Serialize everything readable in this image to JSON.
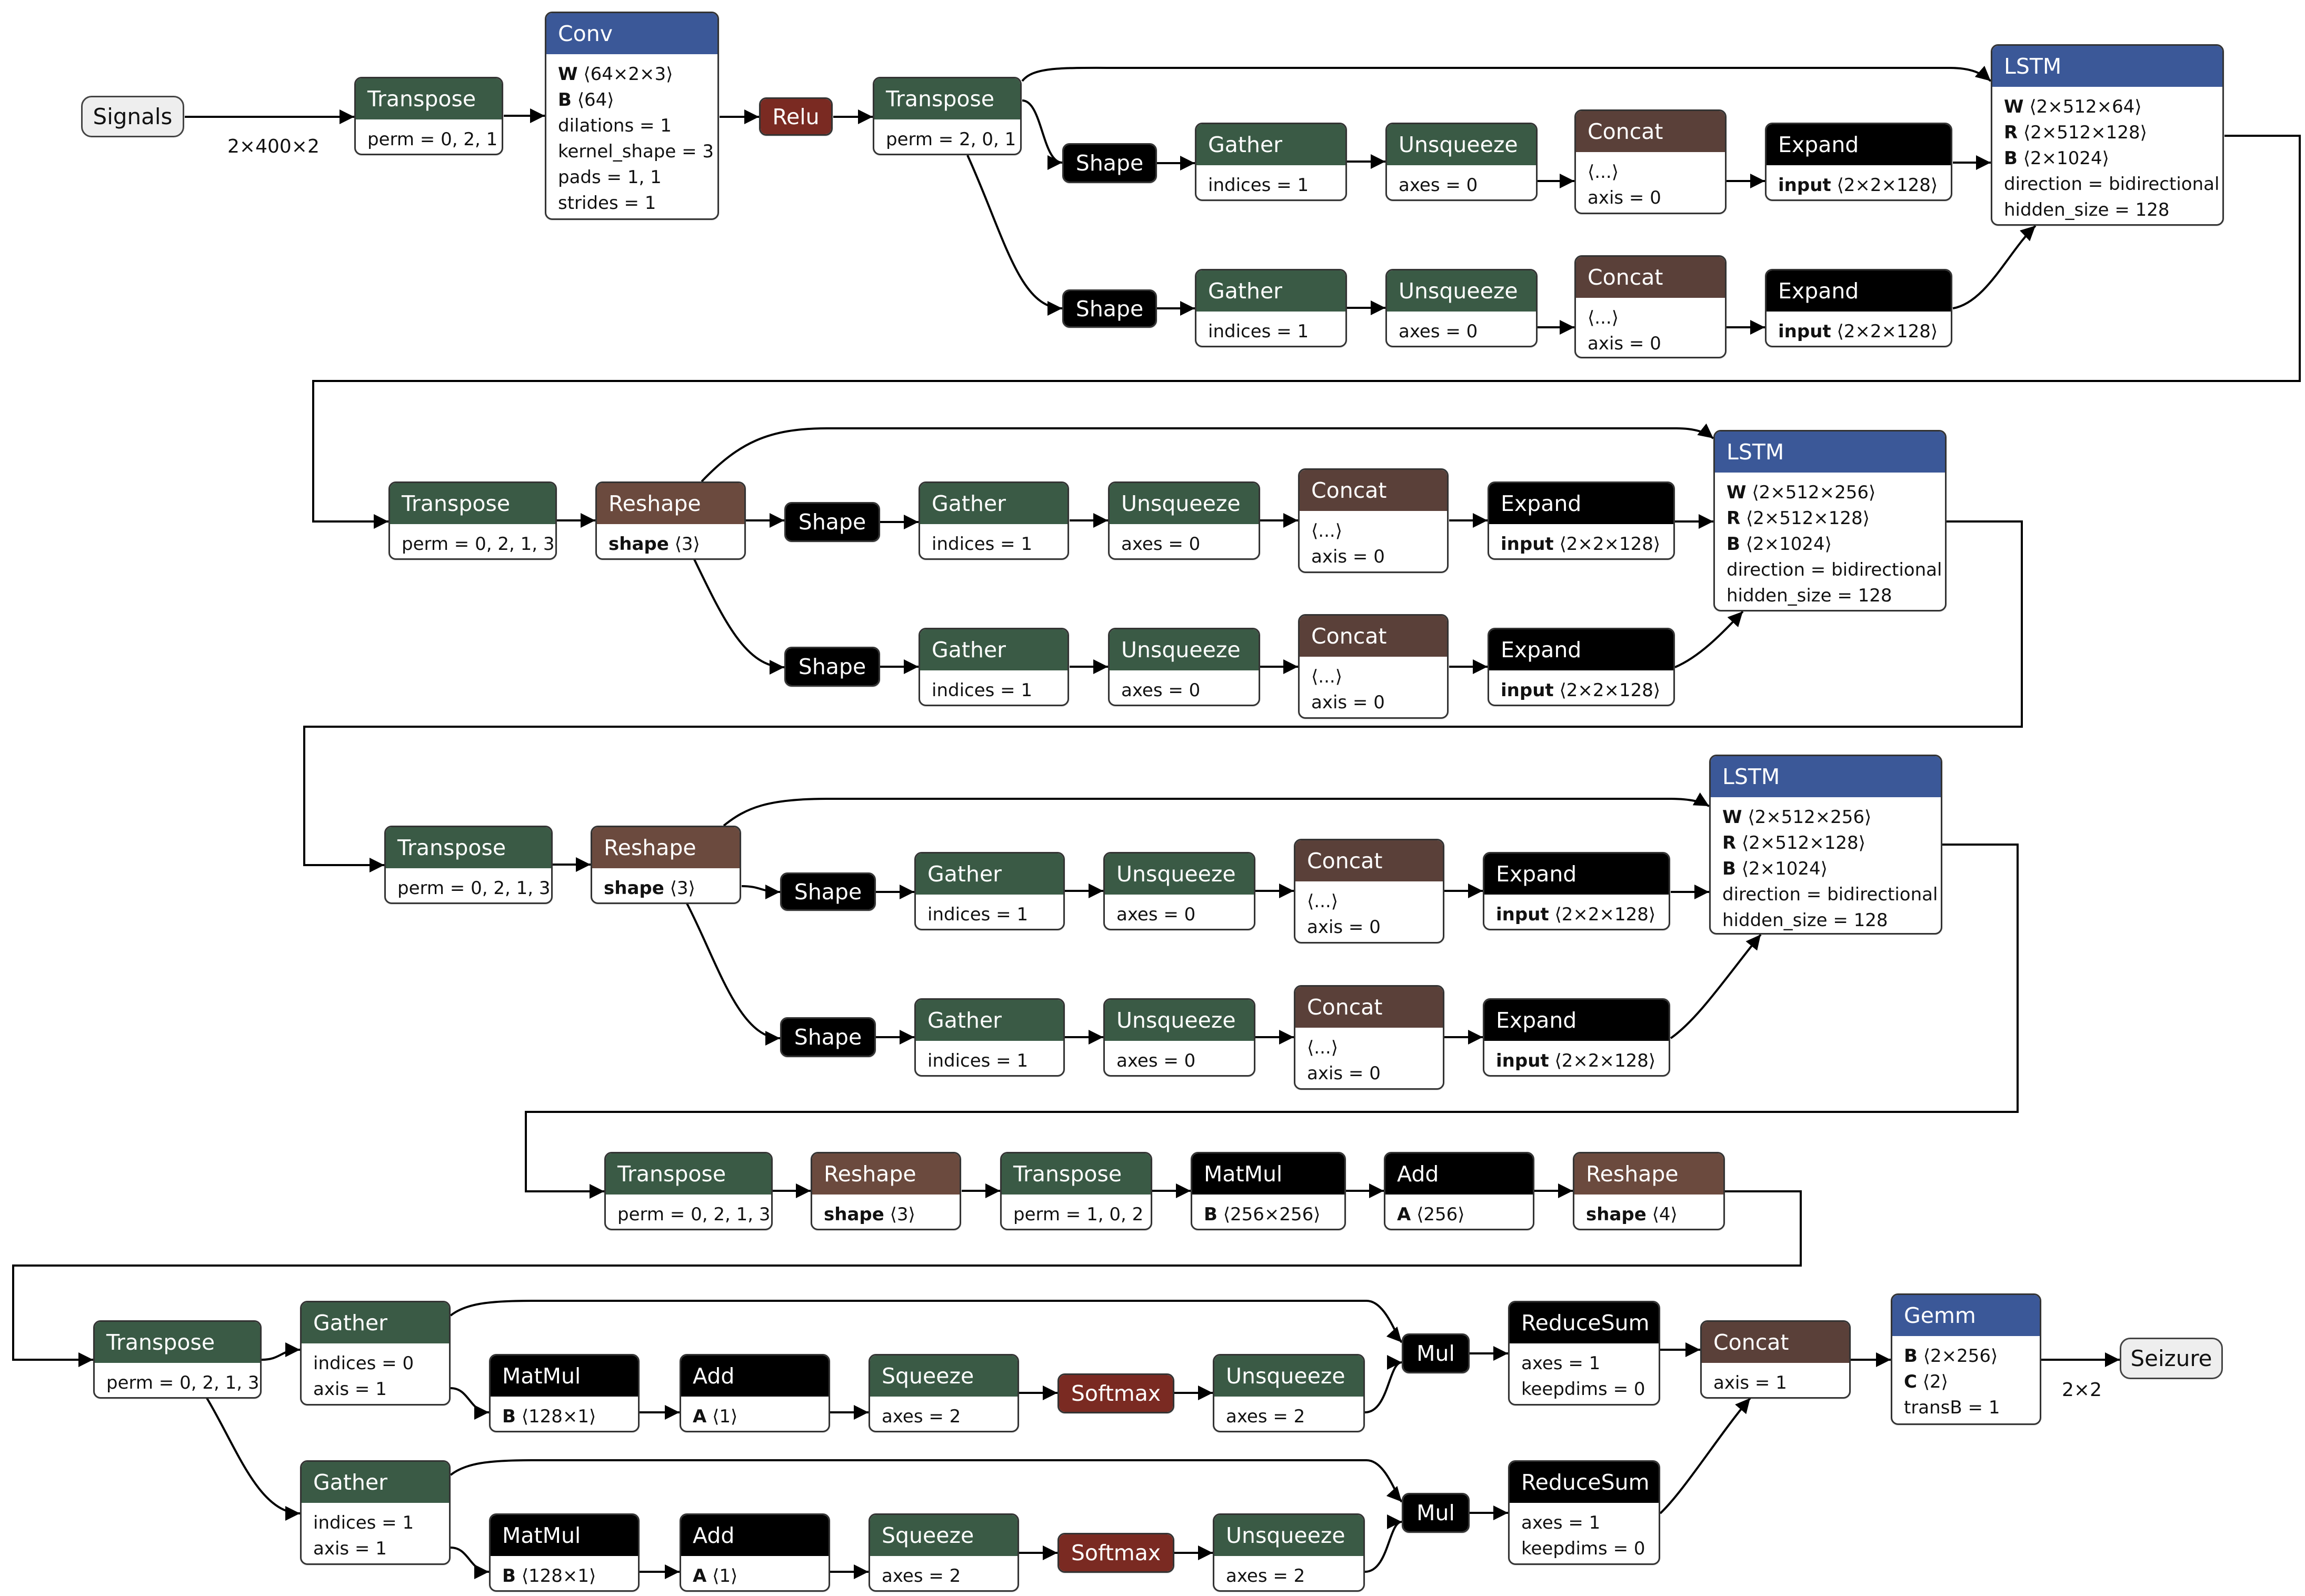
{
  "colors": {
    "layer": "#3a5a45",
    "lstm": "#3b5898",
    "shape": "#6b4a3e",
    "concat": "#5a4039",
    "activation": "#7a2a22",
    "basic": "#000000",
    "edge": "#000000"
  },
  "graph": {
    "inputs": [
      {
        "id": "signals",
        "label": "Signals"
      },
      {
        "id": "seizure",
        "label": "Seizure"
      }
    ],
    "edge_labels": [
      {
        "id": "in-shape",
        "text": "2×400×2"
      },
      {
        "id": "out-shape",
        "text": "2×2"
      }
    ],
    "nodes": [
      {
        "id": "r1-transpose",
        "op": "Transpose",
        "kind": "layer",
        "attrs": [
          [
            "",
            "perm = 0, 2, 1"
          ]
        ]
      },
      {
        "id": "r1-conv",
        "op": "Conv",
        "kind": "lstm",
        "attrs": [
          [
            "W",
            "⟨64×2×3⟩"
          ],
          [
            "B",
            "⟨64⟩"
          ],
          [
            "",
            "dilations = 1"
          ],
          [
            "",
            "kernel_shape = 3"
          ],
          [
            "",
            "pads = 1, 1"
          ],
          [
            "",
            "strides = 1"
          ]
        ]
      },
      {
        "id": "r1-relu",
        "op": "Relu",
        "kind": "activation",
        "attrs": []
      },
      {
        "id": "r1-transpose2",
        "op": "Transpose",
        "kind": "layer",
        "attrs": [
          [
            "",
            "perm = 2, 0, 1"
          ]
        ]
      },
      {
        "id": "r1-shape-a",
        "op": "Shape",
        "kind": "basic",
        "attrs": []
      },
      {
        "id": "r1-gather-a",
        "op": "Gather",
        "kind": "layer",
        "attrs": [
          [
            "",
            "indices = 1"
          ]
        ]
      },
      {
        "id": "r1-unsq-a",
        "op": "Unsqueeze",
        "kind": "layer",
        "attrs": [
          [
            "",
            "axes = 0"
          ]
        ]
      },
      {
        "id": "r1-concat-a",
        "op": "Concat",
        "kind": "concat",
        "attrs": [
          [
            "",
            "⟨...⟩"
          ],
          [
            "",
            "axis = 0"
          ]
        ]
      },
      {
        "id": "r1-expand-a",
        "op": "Expand",
        "kind": "basic",
        "attrs": [
          [
            "input",
            "⟨2×2×128⟩"
          ]
        ]
      },
      {
        "id": "r1-shape-b",
        "op": "Shape",
        "kind": "basic",
        "attrs": []
      },
      {
        "id": "r1-gather-b",
        "op": "Gather",
        "kind": "layer",
        "attrs": [
          [
            "",
            "indices = 1"
          ]
        ]
      },
      {
        "id": "r1-unsq-b",
        "op": "Unsqueeze",
        "kind": "layer",
        "attrs": [
          [
            "",
            "axes = 0"
          ]
        ]
      },
      {
        "id": "r1-concat-b",
        "op": "Concat",
        "kind": "concat",
        "attrs": [
          [
            "",
            "⟨...⟩"
          ],
          [
            "",
            "axis = 0"
          ]
        ]
      },
      {
        "id": "r1-expand-b",
        "op": "Expand",
        "kind": "basic",
        "attrs": [
          [
            "input",
            "⟨2×2×128⟩"
          ]
        ]
      },
      {
        "id": "r1-lstm",
        "op": "LSTM",
        "kind": "lstm",
        "attrs": [
          [
            "W",
            "⟨2×512×64⟩"
          ],
          [
            "R",
            "⟨2×512×128⟩"
          ],
          [
            "B",
            "⟨2×1024⟩"
          ],
          [
            "",
            "direction = bidirectional"
          ],
          [
            "",
            "hidden_size = 128"
          ]
        ]
      },
      {
        "id": "r2-transpose",
        "op": "Transpose",
        "kind": "layer",
        "attrs": [
          [
            "",
            "perm = 0, 2, 1, 3"
          ]
        ]
      },
      {
        "id": "r2-reshape",
        "op": "Reshape",
        "kind": "shape",
        "attrs": [
          [
            "shape",
            "⟨3⟩"
          ]
        ]
      },
      {
        "id": "r2-shape-a",
        "op": "Shape",
        "kind": "basic",
        "attrs": []
      },
      {
        "id": "r2-gather-a",
        "op": "Gather",
        "kind": "layer",
        "attrs": [
          [
            "",
            "indices = 1"
          ]
        ]
      },
      {
        "id": "r2-unsq-a",
        "op": "Unsqueeze",
        "kind": "layer",
        "attrs": [
          [
            "",
            "axes = 0"
          ]
        ]
      },
      {
        "id": "r2-concat-a",
        "op": "Concat",
        "kind": "concat",
        "attrs": [
          [
            "",
            "⟨...⟩"
          ],
          [
            "",
            "axis = 0"
          ]
        ]
      },
      {
        "id": "r2-expand-a",
        "op": "Expand",
        "kind": "basic",
        "attrs": [
          [
            "input",
            "⟨2×2×128⟩"
          ]
        ]
      },
      {
        "id": "r2-shape-b",
        "op": "Shape",
        "kind": "basic",
        "attrs": []
      },
      {
        "id": "r2-gather-b",
        "op": "Gather",
        "kind": "layer",
        "attrs": [
          [
            "",
            "indices = 1"
          ]
        ]
      },
      {
        "id": "r2-unsq-b",
        "op": "Unsqueeze",
        "kind": "layer",
        "attrs": [
          [
            "",
            "axes = 0"
          ]
        ]
      },
      {
        "id": "r2-concat-b",
        "op": "Concat",
        "kind": "concat",
        "attrs": [
          [
            "",
            "⟨...⟩"
          ],
          [
            "",
            "axis = 0"
          ]
        ]
      },
      {
        "id": "r2-expand-b",
        "op": "Expand",
        "kind": "basic",
        "attrs": [
          [
            "input",
            "⟨2×2×128⟩"
          ]
        ]
      },
      {
        "id": "r2-lstm",
        "op": "LSTM",
        "kind": "lstm",
        "attrs": [
          [
            "W",
            "⟨2×512×256⟩"
          ],
          [
            "R",
            "⟨2×512×128⟩"
          ],
          [
            "B",
            "⟨2×1024⟩"
          ],
          [
            "",
            "direction = bidirectional"
          ],
          [
            "",
            "hidden_size = 128"
          ]
        ]
      },
      {
        "id": "r3-transpose",
        "op": "Transpose",
        "kind": "layer",
        "attrs": [
          [
            "",
            "perm = 0, 2, 1, 3"
          ]
        ]
      },
      {
        "id": "r3-reshape",
        "op": "Reshape",
        "kind": "shape",
        "attrs": [
          [
            "shape",
            "⟨3⟩"
          ]
        ]
      },
      {
        "id": "r3-shape-a",
        "op": "Shape",
        "kind": "basic",
        "attrs": []
      },
      {
        "id": "r3-gather-a",
        "op": "Gather",
        "kind": "layer",
        "attrs": [
          [
            "",
            "indices = 1"
          ]
        ]
      },
      {
        "id": "r3-unsq-a",
        "op": "Unsqueeze",
        "kind": "layer",
        "attrs": [
          [
            "",
            "axes = 0"
          ]
        ]
      },
      {
        "id": "r3-concat-a",
        "op": "Concat",
        "kind": "concat",
        "attrs": [
          [
            "",
            "⟨...⟩"
          ],
          [
            "",
            "axis = 0"
          ]
        ]
      },
      {
        "id": "r3-expand-a",
        "op": "Expand",
        "kind": "basic",
        "attrs": [
          [
            "input",
            "⟨2×2×128⟩"
          ]
        ]
      },
      {
        "id": "r3-shape-b",
        "op": "Shape",
        "kind": "basic",
        "attrs": []
      },
      {
        "id": "r3-gather-b",
        "op": "Gather",
        "kind": "layer",
        "attrs": [
          [
            "",
            "indices = 1"
          ]
        ]
      },
      {
        "id": "r3-unsq-b",
        "op": "Unsqueeze",
        "kind": "layer",
        "attrs": [
          [
            "",
            "axes = 0"
          ]
        ]
      },
      {
        "id": "r3-concat-b",
        "op": "Concat",
        "kind": "concat",
        "attrs": [
          [
            "",
            "⟨...⟩"
          ],
          [
            "",
            "axis = 0"
          ]
        ]
      },
      {
        "id": "r3-expand-b",
        "op": "Expand",
        "kind": "basic",
        "attrs": [
          [
            "input",
            "⟨2×2×128⟩"
          ]
        ]
      },
      {
        "id": "r3-lstm",
        "op": "LSTM",
        "kind": "lstm",
        "attrs": [
          [
            "W",
            "⟨2×512×256⟩"
          ],
          [
            "R",
            "⟨2×512×128⟩"
          ],
          [
            "B",
            "⟨2×1024⟩"
          ],
          [
            "",
            "direction = bidirectional"
          ],
          [
            "",
            "hidden_size = 128"
          ]
        ]
      },
      {
        "id": "r4-transpose",
        "op": "Transpose",
        "kind": "layer",
        "attrs": [
          [
            "",
            "perm = 0, 2, 1, 3"
          ]
        ]
      },
      {
        "id": "r4-reshape",
        "op": "Reshape",
        "kind": "shape",
        "attrs": [
          [
            "shape",
            "⟨3⟩"
          ]
        ]
      },
      {
        "id": "r4-transpose2",
        "op": "Transpose",
        "kind": "layer",
        "attrs": [
          [
            "",
            "perm = 1, 0, 2"
          ]
        ]
      },
      {
        "id": "r4-matmul",
        "op": "MatMul",
        "kind": "basic",
        "attrs": [
          [
            "B",
            "⟨256×256⟩"
          ]
        ]
      },
      {
        "id": "r4-add",
        "op": "Add",
        "kind": "basic",
        "attrs": [
          [
            "A",
            "⟨256⟩"
          ]
        ]
      },
      {
        "id": "r4-reshape2",
        "op": "Reshape",
        "kind": "shape",
        "attrs": [
          [
            "shape",
            "⟨4⟩"
          ]
        ]
      },
      {
        "id": "r5-transpose",
        "op": "Transpose",
        "kind": "layer",
        "attrs": [
          [
            "",
            "perm = 0, 2, 1, 3"
          ]
        ]
      },
      {
        "id": "r5-gather-a",
        "op": "Gather",
        "kind": "layer",
        "attrs": [
          [
            "",
            "indices = 0"
          ],
          [
            "",
            "axis = 1"
          ]
        ]
      },
      {
        "id": "r5-matmul-a",
        "op": "MatMul",
        "kind": "basic",
        "attrs": [
          [
            "B",
            "⟨128×1⟩"
          ]
        ]
      },
      {
        "id": "r5-add-a",
        "op": "Add",
        "kind": "basic",
        "attrs": [
          [
            "A",
            "⟨1⟩"
          ]
        ]
      },
      {
        "id": "r5-squeeze-a",
        "op": "Squeeze",
        "kind": "layer",
        "attrs": [
          [
            "",
            "axes = 2"
          ]
        ]
      },
      {
        "id": "r5-softmax-a",
        "op": "Softmax",
        "kind": "activation",
        "attrs": []
      },
      {
        "id": "r5-unsq-a",
        "op": "Unsqueeze",
        "kind": "layer",
        "attrs": [
          [
            "",
            "axes = 2"
          ]
        ]
      },
      {
        "id": "r5-mul-a",
        "op": "Mul",
        "kind": "basic",
        "attrs": []
      },
      {
        "id": "r5-rsum-a",
        "op": "ReduceSum",
        "kind": "basic",
        "attrs": [
          [
            "",
            "axes = 1"
          ],
          [
            "",
            "keepdims = 0"
          ]
        ]
      },
      {
        "id": "r5-gather-b",
        "op": "Gather",
        "kind": "layer",
        "attrs": [
          [
            "",
            "indices = 1"
          ],
          [
            "",
            "axis = 1"
          ]
        ]
      },
      {
        "id": "r5-matmul-b",
        "op": "MatMul",
        "kind": "basic",
        "attrs": [
          [
            "B",
            "⟨128×1⟩"
          ]
        ]
      },
      {
        "id": "r5-add-b",
        "op": "Add",
        "kind": "basic",
        "attrs": [
          [
            "A",
            "⟨1⟩"
          ]
        ]
      },
      {
        "id": "r5-squeeze-b",
        "op": "Squeeze",
        "kind": "layer",
        "attrs": [
          [
            "",
            "axes = 2"
          ]
        ]
      },
      {
        "id": "r5-softmax-b",
        "op": "Softmax",
        "kind": "activation",
        "attrs": []
      },
      {
        "id": "r5-unsq-b",
        "op": "Unsqueeze",
        "kind": "layer",
        "attrs": [
          [
            "",
            "axes = 2"
          ]
        ]
      },
      {
        "id": "r5-mul-b",
        "op": "Mul",
        "kind": "basic",
        "attrs": []
      },
      {
        "id": "r5-rsum-b",
        "op": "ReduceSum",
        "kind": "basic",
        "attrs": [
          [
            "",
            "axes = 1"
          ],
          [
            "",
            "keepdims = 0"
          ]
        ]
      },
      {
        "id": "r5-concat",
        "op": "Concat",
        "kind": "concat",
        "attrs": [
          [
            "",
            "axis = 1"
          ]
        ]
      },
      {
        "id": "r5-gemm",
        "op": "Gemm",
        "kind": "lstm",
        "attrs": [
          [
            "B",
            "⟨2×256⟩"
          ],
          [
            "C",
            "⟨2⟩"
          ],
          [
            "",
            "transB = 1"
          ]
        ]
      }
    ]
  }
}
